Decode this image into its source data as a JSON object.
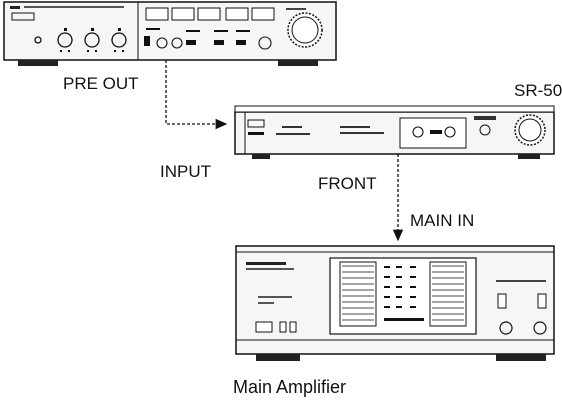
{
  "labels": {
    "pre_out": "PRE OUT",
    "input": "INPUT",
    "front": "FRONT",
    "main_in": "MAIN IN",
    "model": "SR-50",
    "main_amp": "Main Amplifier"
  },
  "devices": [
    {
      "id": "preamplifier",
      "icon": "preamplifier-unit"
    },
    {
      "id": "sr-50",
      "icon": "surround-processor-unit"
    },
    {
      "id": "main-amplifier",
      "icon": "power-amplifier-unit"
    }
  ],
  "connections": [
    {
      "from": "PRE OUT",
      "to": "INPUT"
    },
    {
      "from": "FRONT",
      "to": "MAIN IN"
    }
  ],
  "colors": {
    "line": "#111111",
    "panel": "#f4f4f4",
    "dark": "#222222"
  }
}
